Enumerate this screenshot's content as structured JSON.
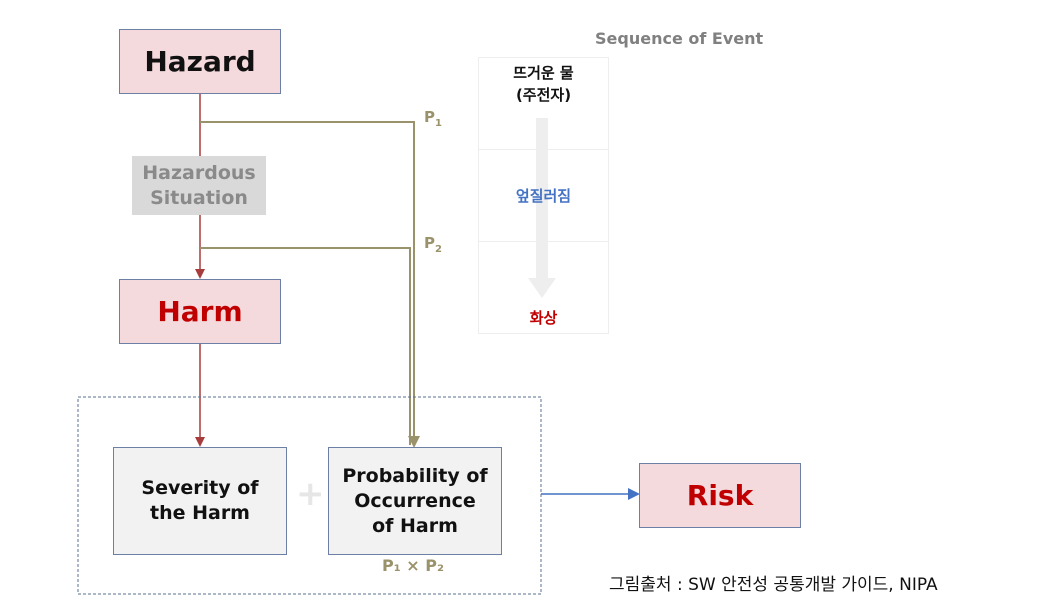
{
  "colors": {
    "hazard_fill": "#f4dadd",
    "harm_text": "#c00000",
    "olive_line": "#9a926a",
    "red_line": "#a83b3b",
    "blue_arrow": "#4472c4",
    "situation_fill": "#d9d9d9"
  },
  "diagram": {
    "hazard": "Hazard",
    "hazardous_situation": "Hazardous\nSituation",
    "harm": "Harm",
    "severity": "Severity of\nthe Harm",
    "plus": "+",
    "probability": "Probability of\nOccurrence\nof Harm",
    "p1_label": {
      "main": "P",
      "sub": "1"
    },
    "p2_label": {
      "main": "P",
      "sub": "2"
    },
    "product_label": "P₁ × P₂",
    "risk": "Risk"
  },
  "sequence": {
    "title": "Sequence of Event",
    "step1": "뜨거운 물\n(주전자)",
    "step2": "엎질러짐",
    "step3": "화상"
  },
  "source": "그림출처 : SW 안전성 공통개발 가이드, NIPA"
}
